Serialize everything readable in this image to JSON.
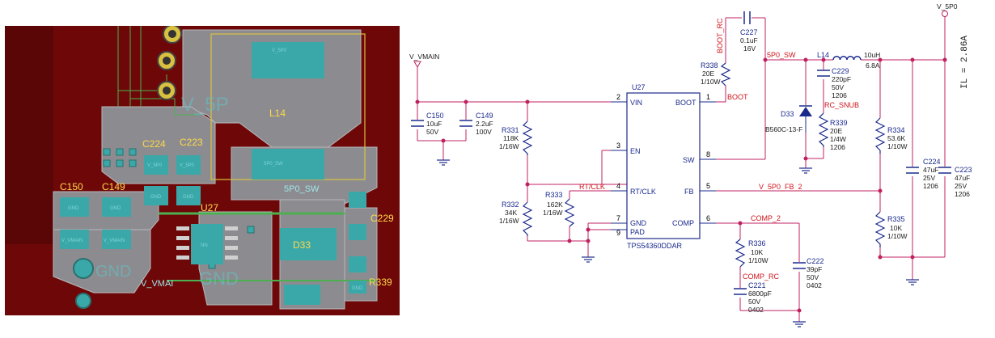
{
  "pcb": {
    "labels": {
      "c150": "C150",
      "c149": "C149",
      "c224": "C224",
      "c223": "C223",
      "u27": "U27",
      "l14": "L14",
      "d33": "D33",
      "c229": "C229",
      "r339": "R339"
    },
    "nets": {
      "v5p0_top": "V_5P0",
      "v5p0_big": "V_5P",
      "sw_small": "5P0_SW",
      "sw_label": "5P0_SW",
      "gnd_big": "GND",
      "gnd_big2": "GND",
      "v_vmain": "V_VMAI"
    },
    "pads": {
      "c224_a": "V_5P0",
      "c223_a": "V_5P0",
      "c224_b": "GND",
      "c223_b": "GND",
      "c150_a": "GND",
      "c149_a": "GND",
      "c150_b": "V_VMAIN",
      "c149_b": "V_VMAIN",
      "mid": "NN",
      "r339": "GND"
    }
  },
  "schematic": {
    "nets": {
      "v_vmain": "V_VMAIN",
      "v_5p0": "V_5P0",
      "boot_rc": "BOOT_RC",
      "sw": "5P0_SW",
      "boot": "BOOT",
      "rc_snub": "RC_SNUB",
      "rtclk": "RT/CLK",
      "fb2": "V_5P0_FB_2",
      "comp2": "COMP_2",
      "comp_rc": "COMP_RC",
      "il": "IL = 2.86A"
    },
    "ic": {
      "ref": "U27",
      "part": "TPS54360DDAR",
      "pins": {
        "vin": "VIN",
        "en": "EN",
        "rtclk": "RT/CLK",
        "gnd": "GND",
        "pad": "PAD",
        "boot": "BOOT",
        "sw": "SW",
        "fb": "FB",
        "comp": "COMP"
      },
      "pin_numbers": {
        "vin": "2",
        "en": "3",
        "rtclk": "4",
        "gnd": "7",
        "pad": "9",
        "boot": "1",
        "sw": "8",
        "fb": "5",
        "comp": "6"
      }
    },
    "parts": {
      "c150": {
        "ref": "C150",
        "v1": "10uF",
        "v2": "50V"
      },
      "c149": {
        "ref": "C149",
        "v1": "2.2uF",
        "v2": "100V"
      },
      "r331": {
        "ref": "R331",
        "v1": "118K",
        "v2": "1/16W"
      },
      "r332": {
        "ref": "R332",
        "v1": "34K",
        "v2": "1/16W"
      },
      "r333": {
        "ref": "R333",
        "v1": "162K",
        "v2": "1/16W"
      },
      "r338": {
        "ref": "R338",
        "v1": "20E",
        "v2": "1/10W"
      },
      "c227": {
        "ref": "C227",
        "v1": "0.1uF",
        "v2": "16V"
      },
      "l14": {
        "ref": "L14",
        "v1": "10uH",
        "v2": "6.8A"
      },
      "c229": {
        "ref": "C229",
        "v1": "220pF",
        "v2": "50V",
        "v3": "1206"
      },
      "d33": {
        "ref": "D33",
        "v1": "B560C-13-F"
      },
      "r339": {
        "ref": "R339",
        "v1": "20E",
        "v2": "1/4W",
        "v3": "1206"
      },
      "r334": {
        "ref": "R334",
        "v1": "53.6K",
        "v2": "1/10W"
      },
      "r335": {
        "ref": "R335",
        "v1": "10K",
        "v2": "1/10W"
      },
      "c224": {
        "ref": "C224",
        "v1": "47uF",
        "v2": "25V",
        "v3": "1206"
      },
      "c223": {
        "ref": "C223",
        "v1": "47uF",
        "v2": "25V",
        "v3": "1206"
      },
      "r336": {
        "ref": "R336",
        "v1": "10K",
        "v2": "1/10W"
      },
      "c221": {
        "ref": "C221",
        "v1": "6800pF",
        "v2": "50V",
        "v3": "0402"
      },
      "c222": {
        "ref": "C222",
        "v1": "39pF",
        "v2": "50V",
        "v3": "0402"
      }
    }
  }
}
